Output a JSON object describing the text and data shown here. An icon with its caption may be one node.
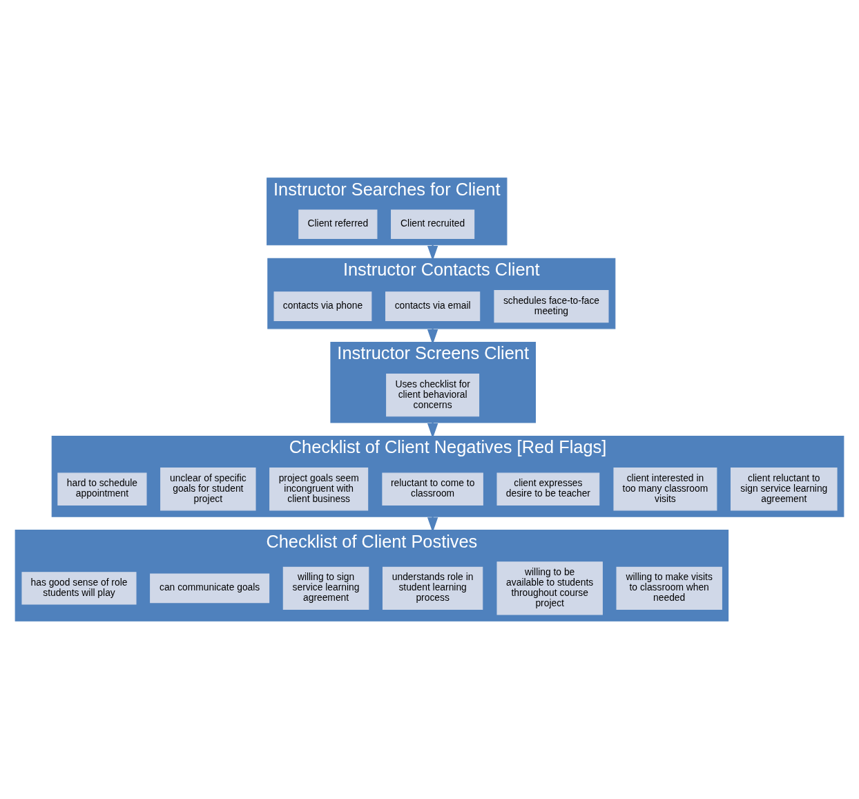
{
  "diagram": {
    "nodes": [
      {
        "text": [
          "Instructor Searches for Client"
        ]
      },
      {
        "text": [
          "Client referred"
        ],
        "in": 0
      },
      {
        "text": [
          "Client recruited"
        ],
        "in": 0
      },
      {
        "text": [
          "Instructor Contacts Client"
        ]
      },
      {
        "text": [
          "contacts via phone"
        ],
        "in": 3
      },
      {
        "text": [
          "contacts via email"
        ],
        "in": 3
      },
      {
        "text": [
          "schedules face-to-face meeting"
        ],
        "in": 3
      },
      {
        "text": [
          "Instructor Screens Client"
        ]
      },
      {
        "text": [
          "Uses checklist for client behavioral concerns"
        ],
        "in": 7
      },
      {
        "text": [
          "Checklist of Client Negatives [Red Flags]"
        ]
      },
      {
        "text": [
          "hard to schedule appointment"
        ],
        "in": 9
      },
      {
        "text": [
          "unclear of specific goals for student project"
        ],
        "in": 9
      },
      {
        "text": [
          "project goals seem incongruent with client business"
        ],
        "in": 9
      },
      {
        "text": [
          "reluctant to come to classroom"
        ],
        "in": 9
      },
      {
        "text": [
          "client expresses desire to be teacher"
        ],
        "in": 9
      },
      {
        "text": [
          "client interested in too many classroom visits"
        ],
        "in": 9
      },
      {
        "text": [
          "client reluctant to sign service learning agreement"
        ],
        "in": 9
      },
      {
        "text": [
          "Checklist of Client Postives"
        ]
      },
      {
        "text": [
          "has good sense of role students will play"
        ],
        "in": 17
      },
      {
        "text": [
          "can communicate goals"
        ],
        "in": 17
      },
      {
        "text": [
          "willing to sign service learning agreement"
        ],
        "in": 17
      },
      {
        "text": [
          "understands role in student learning process"
        ],
        "in": 17
      },
      {
        "text": [
          "willing to be available to students throughout course project"
        ],
        "in": 17
      },
      {
        "text": [
          "willing to make visits to classroom when needed"
        ],
        "in": 17
      }
    ],
    "edges": [
      {
        "from": 0,
        "to": 3,
        "arrow": "to"
      },
      {
        "from": 3,
        "to": 7,
        "arrow": "to"
      },
      {
        "from": 7,
        "to": 9,
        "arrow": "to"
      },
      {
        "from": 9,
        "to": 17,
        "arrow": "to"
      }
    ]
  }
}
